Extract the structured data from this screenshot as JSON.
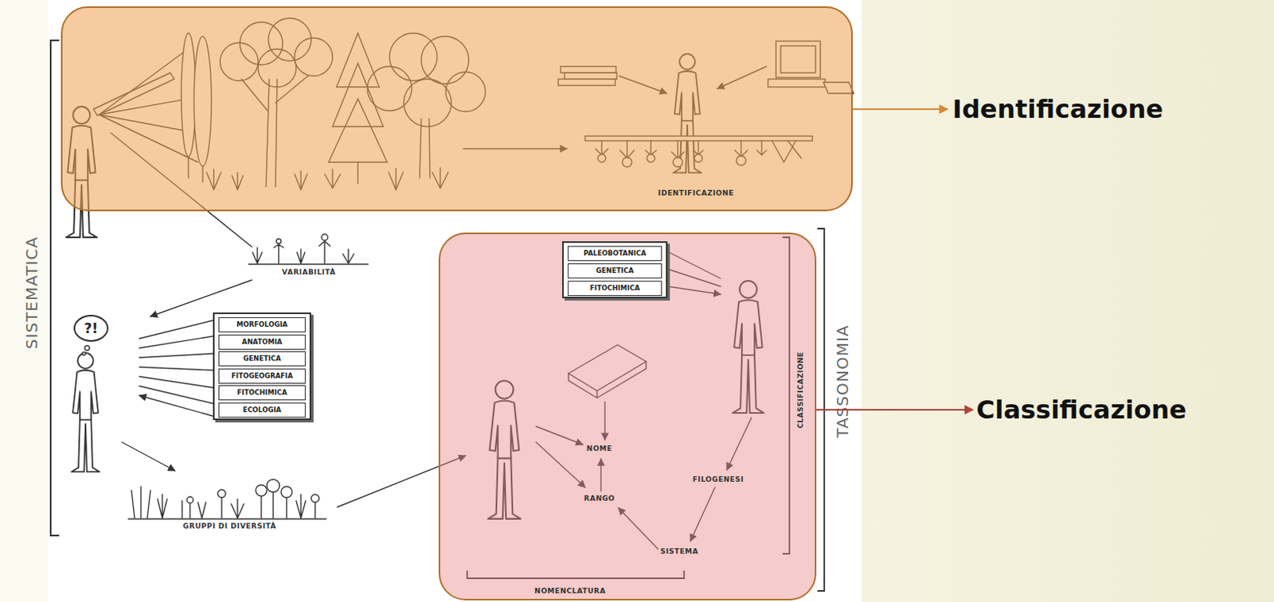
{
  "diagram": {
    "nodes": [
      {
        "text": [
          "IDENTIFICAZIONE"
        ]
      },
      {
        "text": [
          "Identificazione"
        ]
      },
      {
        "text": [
          "?!"
        ]
      },
      {
        "text": [
          "MORFOLOGIA",
          "ANATOMIA",
          "GENETICA",
          "FITOGEOGRAFIA",
          "FITOCHIMICA",
          "ECOLOGIA"
        ]
      },
      {
        "text": [
          "NOMENCLATURA"
        ]
      },
      {
        "text": [
          "PALEOBOTANICA",
          "GENETICA",
          "FITOCHIMICA"
        ],
        "in": 4
      },
      {
        "text": [
          "Classificazione"
        ]
      }
    ],
    "edges": [
      {
        "from": 0,
        "to": 1,
        "arrow": "to"
      },
      {
        "from": 4,
        "to": 6,
        "arrow": "to"
      }
    ],
    "labels": [
      "SISTEMATICA",
      "VARIABILITÀ",
      "GRUPPI DI DIVERSITÀ",
      "NOME",
      "RANGO",
      "FILOGENESI",
      "SISTEMA",
      "CLASSIFICAZIONE",
      "TASSONOMIA"
    ]
  }
}
